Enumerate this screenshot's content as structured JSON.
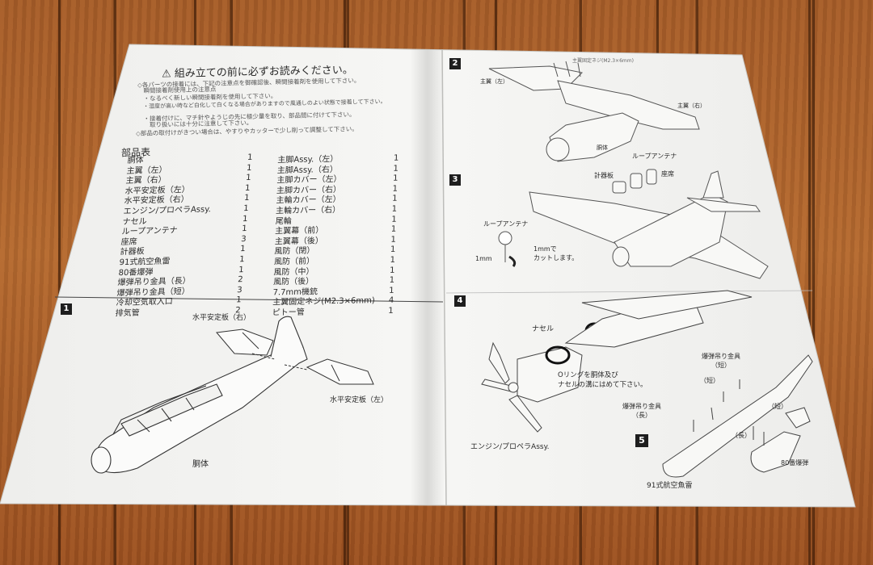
{
  "left_page": {
    "title": "⚠ 組み立ての前に必ずお読みください。",
    "notes": [
      "◇各パーツの接着には、下記の注意点を御確認後、瞬間接着剤を使用して下さい。",
      "　瞬間接着剤使用上の注意点",
      "　・なるべく新しい瞬間接着剤を使用して下さい。",
      "　・湿度が高い時など白化して白くなる場合がありますので風通しのよい状態で接着して下さい。",
      "　・接着付けに、マチ針やようじの先に極少量を取り、部品間に付けて下さい。",
      "　　取り扱いには十分に注意して下さい。",
      "◇部品の取付けがきつい場合は、やすりやカッターで少し削って調整して下さい。"
    ],
    "parts_title": "部品表",
    "parts_left": [
      {
        "name": "胴体",
        "qty": "1"
      },
      {
        "name": "主翼（左）",
        "qty": "1"
      },
      {
        "name": "主翼（右）",
        "qty": "1"
      },
      {
        "name": "水平安定板（左）",
        "qty": "1"
      },
      {
        "name": "水平安定板（右）",
        "qty": "1"
      },
      {
        "name": "エンジン/プロペラAssy.",
        "qty": "1"
      },
      {
        "name": "ナセル",
        "qty": "1"
      },
      {
        "name": "ループアンテナ",
        "qty": "1"
      },
      {
        "name": "座席",
        "qty": "3"
      },
      {
        "name": "計器板",
        "qty": "1"
      },
      {
        "name": "91式航空魚雷",
        "qty": "1"
      },
      {
        "name": "80番爆弾",
        "qty": "1"
      },
      {
        "name": "爆弾吊り金具（長）",
        "qty": "2"
      },
      {
        "name": "爆弾吊り金具（短）",
        "qty": "3"
      },
      {
        "name": "冷却空気取入口",
        "qty": "1"
      },
      {
        "name": "排気管",
        "qty": "2"
      }
    ],
    "parts_right": [
      {
        "name": "主脚Assy.（左）",
        "qty": "1"
      },
      {
        "name": "主脚Assy.（右）",
        "qty": "1"
      },
      {
        "name": "主脚カバー（左）",
        "qty": "1"
      },
      {
        "name": "主脚カバー（右）",
        "qty": "1"
      },
      {
        "name": "主輪カバー（左）",
        "qty": "1"
      },
      {
        "name": "主輪カバー（右）",
        "qty": "1"
      },
      {
        "name": "尾輪",
        "qty": "1"
      },
      {
        "name": "主翼幕（前）",
        "qty": "1"
      },
      {
        "name": "主翼幕（後）",
        "qty": "1"
      },
      {
        "name": "風防（閉）",
        "qty": "1"
      },
      {
        "name": "風防（前）",
        "qty": "1"
      },
      {
        "name": "風防（中）",
        "qty": "1"
      },
      {
        "name": "風防（後）",
        "qty": "1"
      },
      {
        "name": "7.7mm機銃",
        "qty": "1"
      },
      {
        "name": "主翼固定ネジ(M2.3×6mm)",
        "qty": "4"
      },
      {
        "name": "ピトー管",
        "qty": "1"
      }
    ],
    "step1": {
      "number": "1",
      "label_stab_right": "水平安定板（右）",
      "label_stab_left": "水平安定板（左）",
      "label_fuselage": "胴体"
    }
  },
  "right_page": {
    "step2": {
      "number": "2",
      "label_screw": "主翼固定ネジ(M2.3×6mm)",
      "label_wing_left": "主翼（左）",
      "label_wing_right": "主翼（右）",
      "label_fuselage": "胴体"
    },
    "step3": {
      "number": "3",
      "label_antenna": "ループアンテナ",
      "label_panel": "計器板",
      "label_seat": "座席",
      "label_antenna_detail": "ループアンテナ",
      "label_1mm": "1mm",
      "label_cut": "1mmで\nカットします。"
    },
    "step4": {
      "number": "4",
      "label_nacelle": "ナセル",
      "label_oring": "Oリングを胴体及び\nナセルの溝にはめて下さい。",
      "label_engine": "エンジン/プロペラAssy."
    },
    "step5": {
      "number": "5",
      "label_hanger_short": "爆弾吊り金具\n（短）",
      "label_short_a": "（短）",
      "label_hanger_long": "爆弾吊り金具\n（長）",
      "label_short_b": "（短）",
      "label_long": "（長）",
      "label_bomb": "80番爆弾",
      "label_torpedo": "91式航空魚雷"
    }
  },
  "colors": {
    "wood": "#a65c28",
    "paper": "#f4f4f2",
    "ink": "#2a2a2a"
  }
}
